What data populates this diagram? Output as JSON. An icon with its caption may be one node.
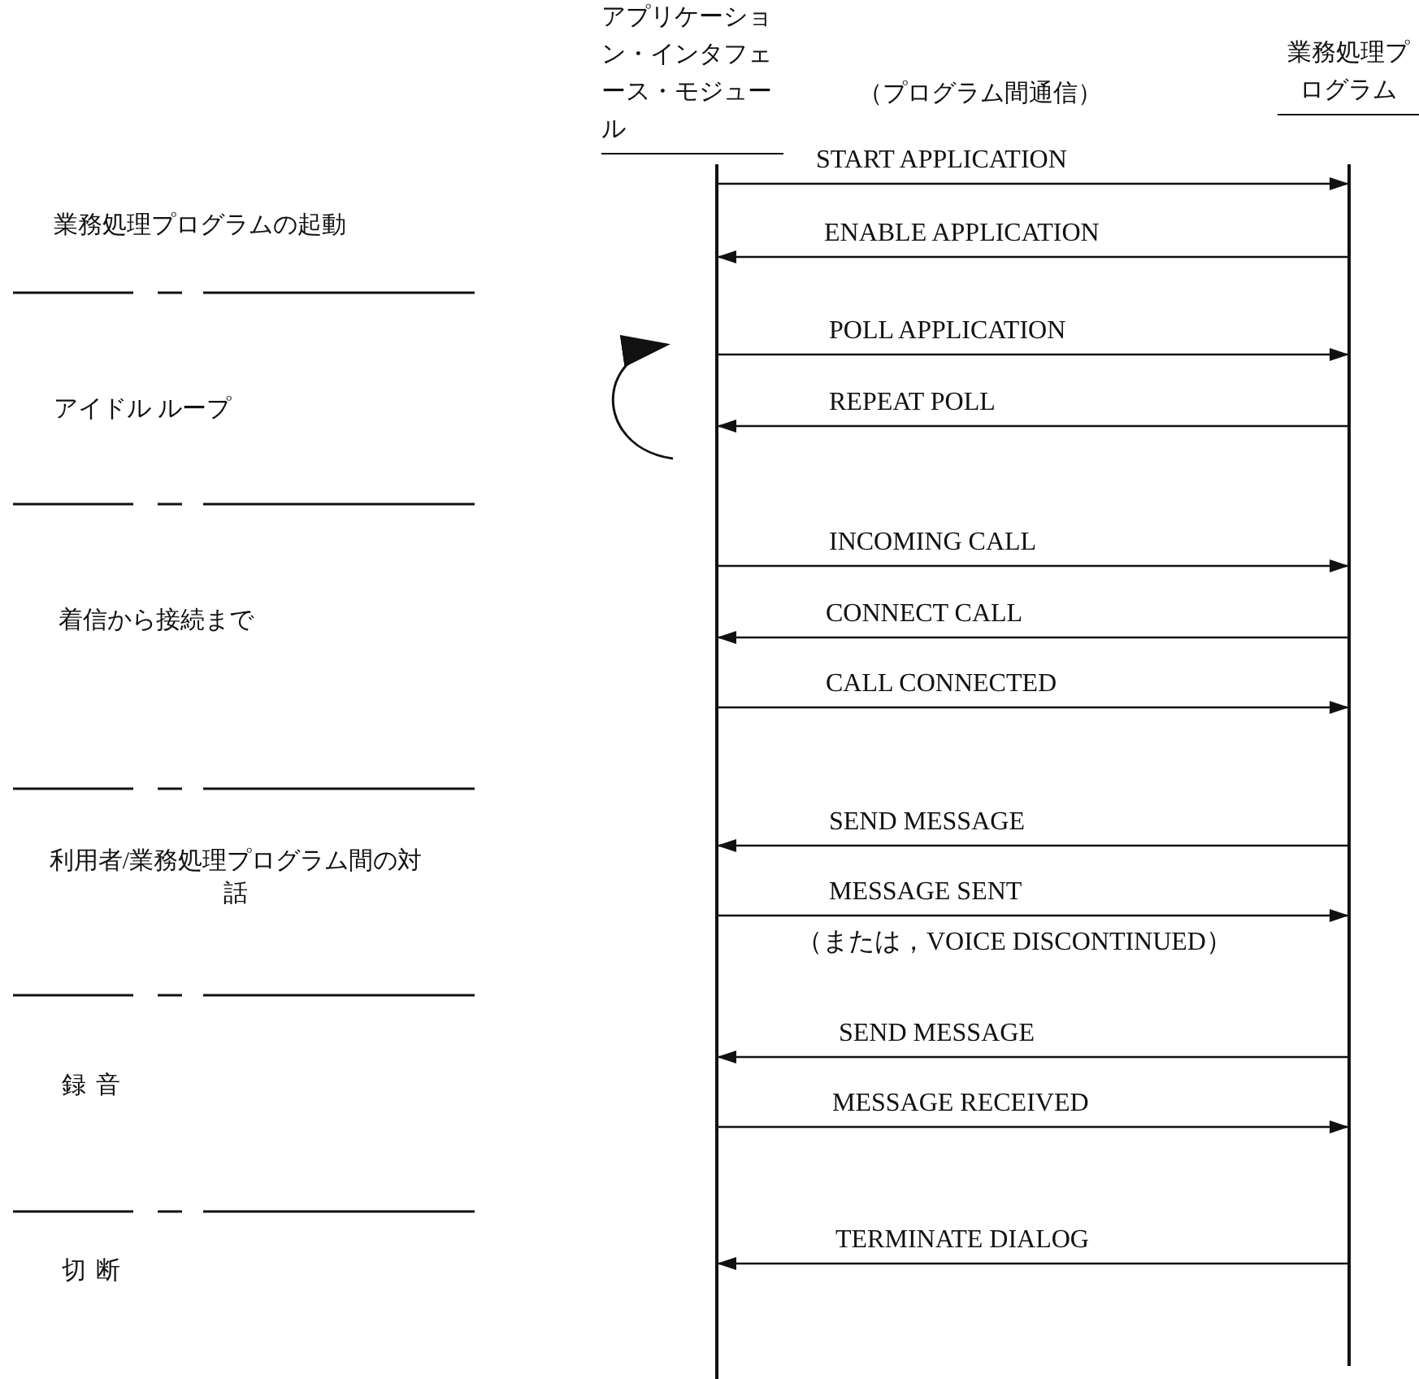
{
  "diagram": {
    "nodes": [
      {
        "text": [
          "アプリケーション・インタフェース・モジュール"
        ]
      },
      {
        "text": [
          "業務処理プログラム"
        ]
      }
    ],
    "edges": [
      {
        "from": 0,
        "to": 1,
        "arrow": "to",
        "label": "START APPLICATION"
      },
      {
        "from": 1,
        "to": 0,
        "arrow": "to",
        "label": "ENABLE APPLICATION"
      },
      {
        "from": 0,
        "to": 1,
        "arrow": "to",
        "label": "POLL APPLICATION"
      },
      {
        "from": 1,
        "to": 0,
        "arrow": "to",
        "label": "REPEAT POLL"
      },
      {
        "from": 0,
        "to": 1,
        "arrow": "to",
        "label": "INCOMING CALL"
      },
      {
        "from": 1,
        "to": 0,
        "arrow": "to",
        "label": "CONNECT CALL"
      },
      {
        "from": 0,
        "to": 1,
        "arrow": "to",
        "label": "CALL CONNECTED"
      },
      {
        "from": 1,
        "to": 0,
        "arrow": "to",
        "label": "SEND MESSAGE"
      },
      {
        "from": 0,
        "to": 1,
        "arrow": "to",
        "label": "MESSAGE SENT"
      },
      {
        "from": 1,
        "to": 0,
        "arrow": "to",
        "label": "SEND MESSAGE"
      },
      {
        "from": 0,
        "to": 1,
        "arrow": "to",
        "label": "MESSAGE RECEIVED"
      },
      {
        "from": 1,
        "to": 0,
        "arrow": "to",
        "label": "TERMINATE DIALOG"
      }
    ],
    "labels": [
      "（プログラム間通信）",
      "業務処理プログラムの起動",
      "アイドル ループ",
      "着信から接続まで",
      "利用者/業務処理プログラム間の対話",
      "（または，VOICE DISCONTINUED）",
      "録音",
      "切断"
    ]
  }
}
